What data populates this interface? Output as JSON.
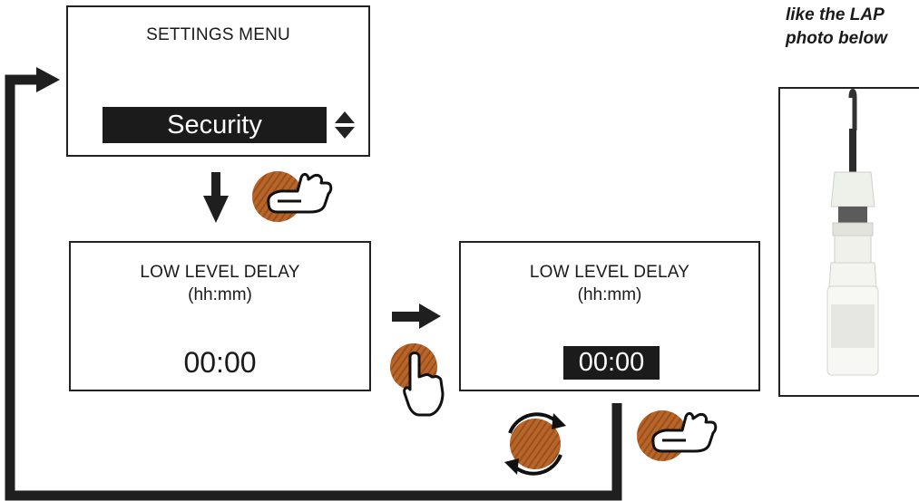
{
  "colors": {
    "line": "#1f1f1f",
    "button": "#b8652a",
    "highlight": "#1b1b1b"
  },
  "settings_panel": {
    "title": "SETTINGS MENU",
    "selected": "Security"
  },
  "delay_panel": {
    "title": "LOW LEVEL DELAY",
    "unit": "(hh:mm)",
    "value": "00:00"
  },
  "delay_edit_panel": {
    "title": "LOW LEVEL DELAY",
    "unit": "(hh:mm)",
    "value": "00:00"
  },
  "note": {
    "line1": "like the LAP",
    "line2": "photo below"
  },
  "icons": [
    "press-button-icon",
    "tap-button-icon",
    "rotate-knob-icon",
    "press-button-icon",
    "up-down-arrows-icon",
    "sensor-photo"
  ]
}
